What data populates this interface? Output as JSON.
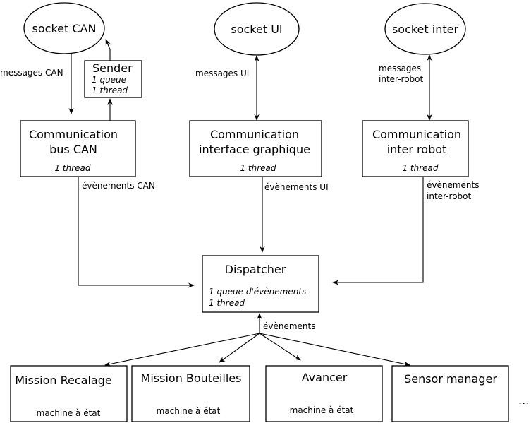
{
  "sockets": {
    "can": "socket CAN",
    "ui": "socket UI",
    "inter": "socket inter"
  },
  "sender": {
    "title": "Sender",
    "queue": "1 queue",
    "thread": "1 thread"
  },
  "comm_can": {
    "line1": "Communication",
    "line2": "bus CAN",
    "thread": "1 thread"
  },
  "comm_ui": {
    "line1": "Communication",
    "line2": "interface graphique",
    "thread": "1 thread"
  },
  "comm_inter": {
    "line1": "Communication",
    "line2": "inter robot",
    "thread": "1 thread"
  },
  "dispatcher": {
    "title": "Dispatcher",
    "queue": "1 queue d'évènements",
    "thread": "1 thread"
  },
  "edge_labels": {
    "messages_can": "messages CAN",
    "messages_ui": "messages UI",
    "messages_inter_1": "messages",
    "messages_inter_2": "inter-robot",
    "events_can": "évènements CAN",
    "events_ui": "évènements UI",
    "events_inter_1": "évènements",
    "events_inter_2": "inter-robot",
    "events": "évènements"
  },
  "missions": {
    "recalage": {
      "title": "Mission Recalage",
      "sub": "machine à état"
    },
    "bouteilles": {
      "title": "Mission Bouteilles",
      "sub": "machine à état"
    },
    "avancer": {
      "title": "Avancer",
      "sub": "machine à état"
    },
    "sensor": {
      "title": "Sensor manager"
    }
  },
  "ellipsis": "..."
}
